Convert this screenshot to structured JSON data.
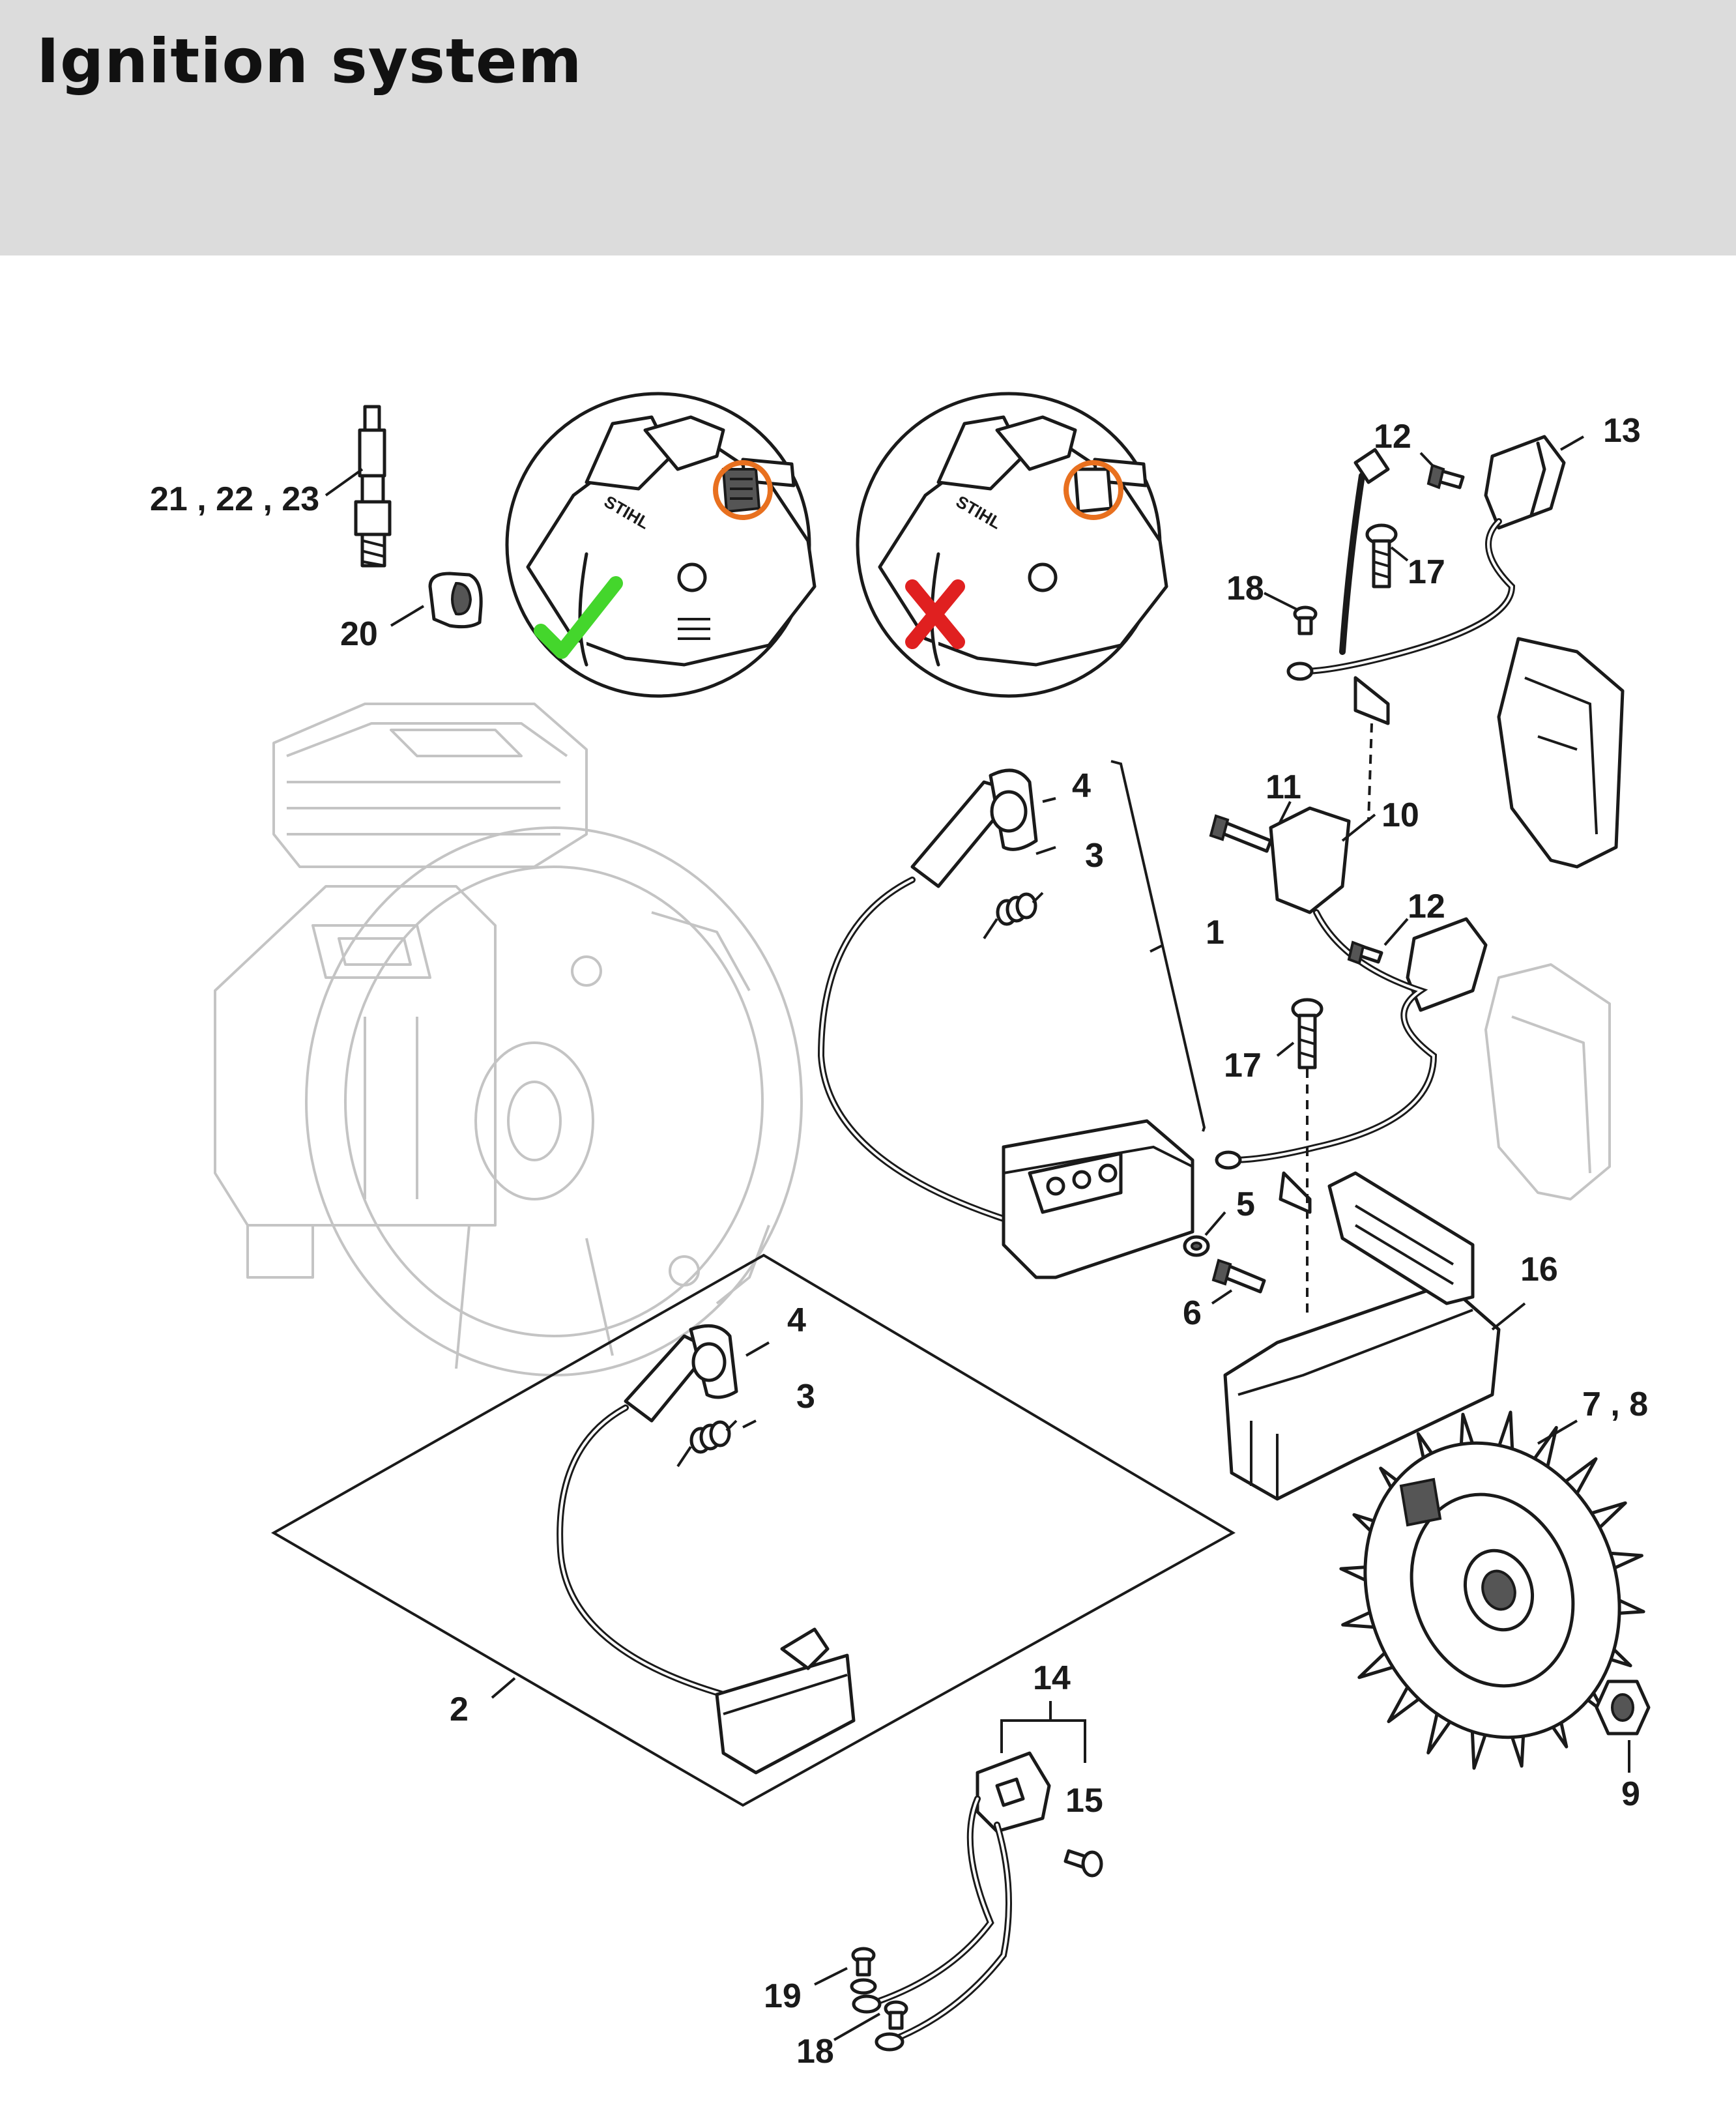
{
  "header": {
    "title": "Ignition system"
  },
  "inset_left": {
    "brand_text": "STIHL",
    "status_icon": "check-mark-icon",
    "status_color": "#44d62c",
    "highlight_color": "#e8701f"
  },
  "inset_right": {
    "brand_text": "STIHL",
    "status_icon": "cross-mark-icon",
    "status_color": "#e02020",
    "highlight_color": "#e8701f"
  },
  "callouts": {
    "c1": "1",
    "c2": "2",
    "c3a": "3",
    "c3b": "3",
    "c4a": "4",
    "c4b": "4",
    "c5": "5",
    "c6": "6",
    "c7_8": "7 , 8",
    "c9": "9",
    "c10": "10",
    "c11": "11",
    "c12a": "12",
    "c12b": "12",
    "c13": "13",
    "c14": "14",
    "c15": "15",
    "c16": "16",
    "c17a": "17",
    "c17b": "17",
    "c18a": "18",
    "c18b": "18",
    "c19": "19",
    "c20": "20",
    "c21_23": "21 , 22 , 23"
  }
}
